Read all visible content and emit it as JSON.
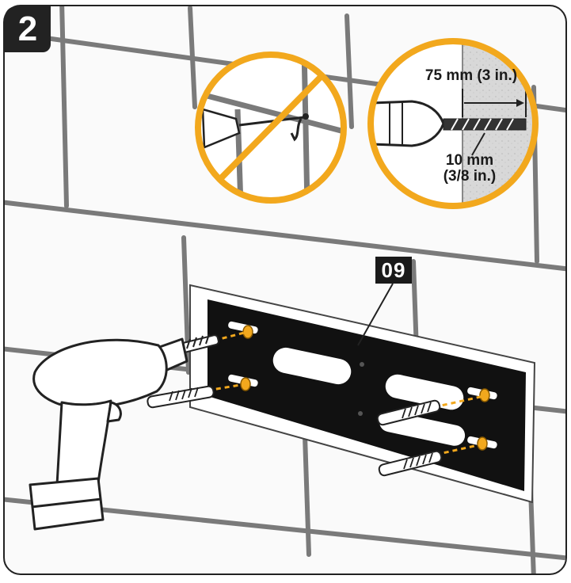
{
  "step": {
    "number": "2"
  },
  "part": {
    "number": "09"
  },
  "callout": {
    "drill_depth": "75 mm (3 in.)",
    "bit_diameter_line1": "10 mm",
    "bit_diameter_line2": "(3/8 in.)"
  },
  "colors": {
    "accent": "#F2A81D",
    "frame": "#222222",
    "tile": "#FFFFFF",
    "grout": "#7A7A7A",
    "bracket": "#111111",
    "wall_concrete": "#D6D6D6",
    "tool_outline": "#222222"
  },
  "icons": {
    "prohibition": "no-drill-in-grout-icon",
    "drill": "cordless-drill-icon",
    "anchor": "wall-anchor-icon",
    "screw": "screw-icon"
  }
}
